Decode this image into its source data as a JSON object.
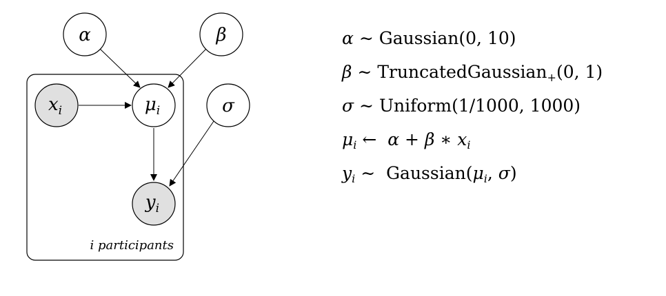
{
  "diagram": {
    "nodes": [
      {
        "id": "alpha",
        "symbol": "α",
        "subscript": "",
        "observed": false
      },
      {
        "id": "beta",
        "symbol": "β",
        "subscript": "",
        "observed": false
      },
      {
        "id": "x",
        "symbol": "x",
        "subscript": "i",
        "observed": true
      },
      {
        "id": "mu",
        "symbol": "μ",
        "subscript": "i",
        "observed": false
      },
      {
        "id": "sigma",
        "symbol": "σ",
        "subscript": "",
        "observed": false
      },
      {
        "id": "y",
        "symbol": "y",
        "subscript": "i",
        "observed": true
      }
    ],
    "edges": [
      {
        "from": "alpha",
        "to": "mu"
      },
      {
        "from": "beta",
        "to": "mu"
      },
      {
        "from": "x",
        "to": "mu"
      },
      {
        "from": "mu",
        "to": "y"
      },
      {
        "from": "sigma",
        "to": "y"
      }
    ],
    "plate_label": "i participants",
    "observed_fill": "#e0e0e0",
    "latent_fill": "#ffffff"
  },
  "equations": [
    {
      "lhs": "α",
      "lhs_sub": "",
      "op": "∼",
      "rhs_text": "Gaussian(0, 10)"
    },
    {
      "lhs": "β",
      "lhs_sub": "",
      "op": "∼",
      "rhs_name": "TruncatedGaussian",
      "rhs_name_sub": "+",
      "rhs_args": "(0, 1)"
    },
    {
      "lhs": "σ",
      "lhs_sub": "",
      "op": "∼",
      "rhs_text": "Uniform(1/1000, 1000)"
    },
    {
      "lhs": "μ",
      "lhs_sub": "i",
      "op": "←",
      "rhs_a": "α",
      "rhs_plus": "+",
      "rhs_b": "β",
      "rhs_star": "∗",
      "rhs_x": "x",
      "rhs_x_sub": "i"
    },
    {
      "lhs": "y",
      "lhs_sub": "i",
      "op": "∼",
      "rhs_fn": "Gaussian(",
      "rhs_mu": "μ",
      "rhs_mu_sub": "i",
      "rhs_comma": ",",
      "rhs_sigma": "σ",
      "rhs_close": ")"
    }
  ]
}
